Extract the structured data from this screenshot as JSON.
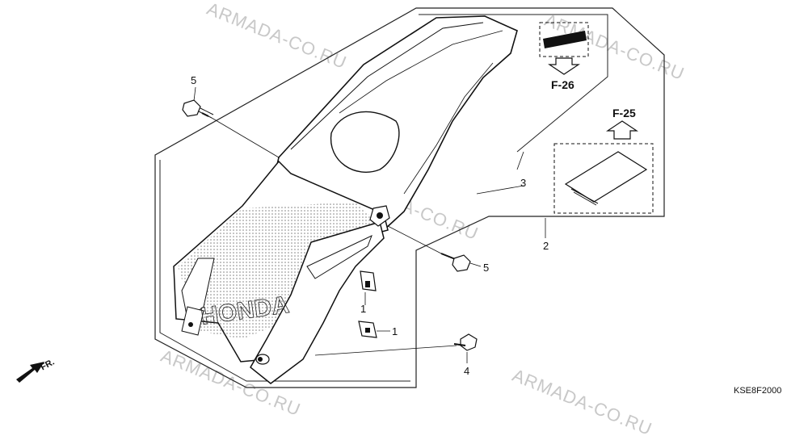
{
  "watermark": "ARMADA-CO.RU",
  "diagram_code": "KSE8F2000",
  "front_label": "FR.",
  "callouts": {
    "c1a": "1",
    "c1b": "1",
    "c2": "2",
    "c3": "3",
    "c4": "4",
    "c5a": "5",
    "c5b": "5"
  },
  "refs": {
    "f26": "F-26",
    "f25": "F-25"
  },
  "emblem_text": "HONDA"
}
